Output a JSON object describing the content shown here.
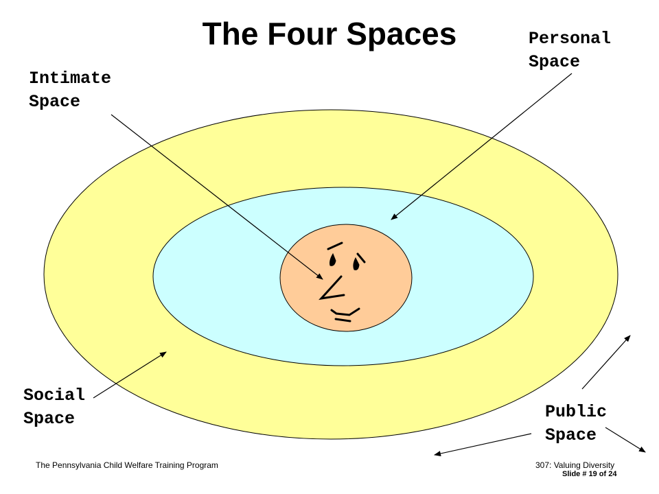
{
  "slide": {
    "title": "The Four Spaces",
    "labels": {
      "personal": [
        "Personal",
        "Space"
      ],
      "intimate": [
        "Intimate",
        "Space"
      ],
      "social": [
        "Social",
        "Space"
      ],
      "public": [
        "Public",
        "Space"
      ]
    },
    "footer_left": "The Pennsylvania Child Welfare Training Program",
    "footer_right": "307:  Valuing Diversity",
    "slide_number": "Slide # 19  of 24"
  },
  "colors": {
    "public_ring": "#ffff99",
    "personal_ring": "#ccffff",
    "face": "#ffcc99",
    "stroke": "#000000"
  }
}
